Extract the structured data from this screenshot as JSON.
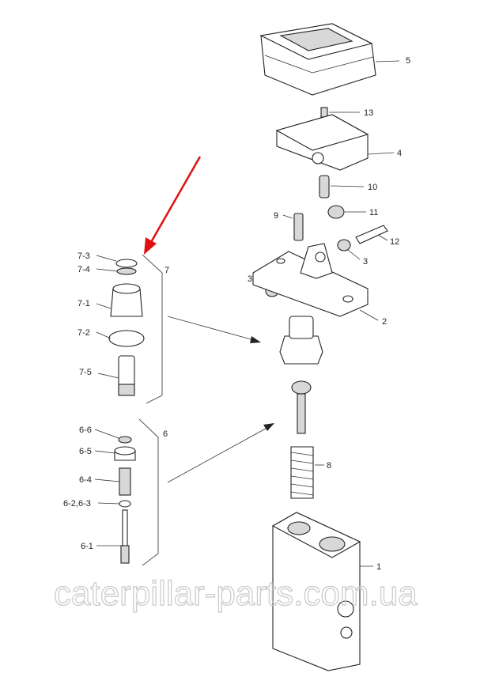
{
  "diagram": {
    "watermark": "caterpillar-parts.com.ua",
    "accent_arrow_color": "#e01010",
    "callouts": {
      "p1": "1",
      "p2": "2",
      "p3a": "3",
      "p3b": "3",
      "p4": "4",
      "p5": "5",
      "p6": "6",
      "p7": "7",
      "p8": "8",
      "p9": "9",
      "p10": "10",
      "p11": "11",
      "p12": "12",
      "p13": "13",
      "p7_1": "7-1",
      "p7_2": "7-2",
      "p7_3": "7-3",
      "p7_4": "7-4",
      "p7_5": "7-5",
      "p6_1": "6-1",
      "p6_23": "6-2,6-3",
      "p6_4": "6-4",
      "p6_5": "6-5",
      "p6_6": "6-6"
    }
  }
}
